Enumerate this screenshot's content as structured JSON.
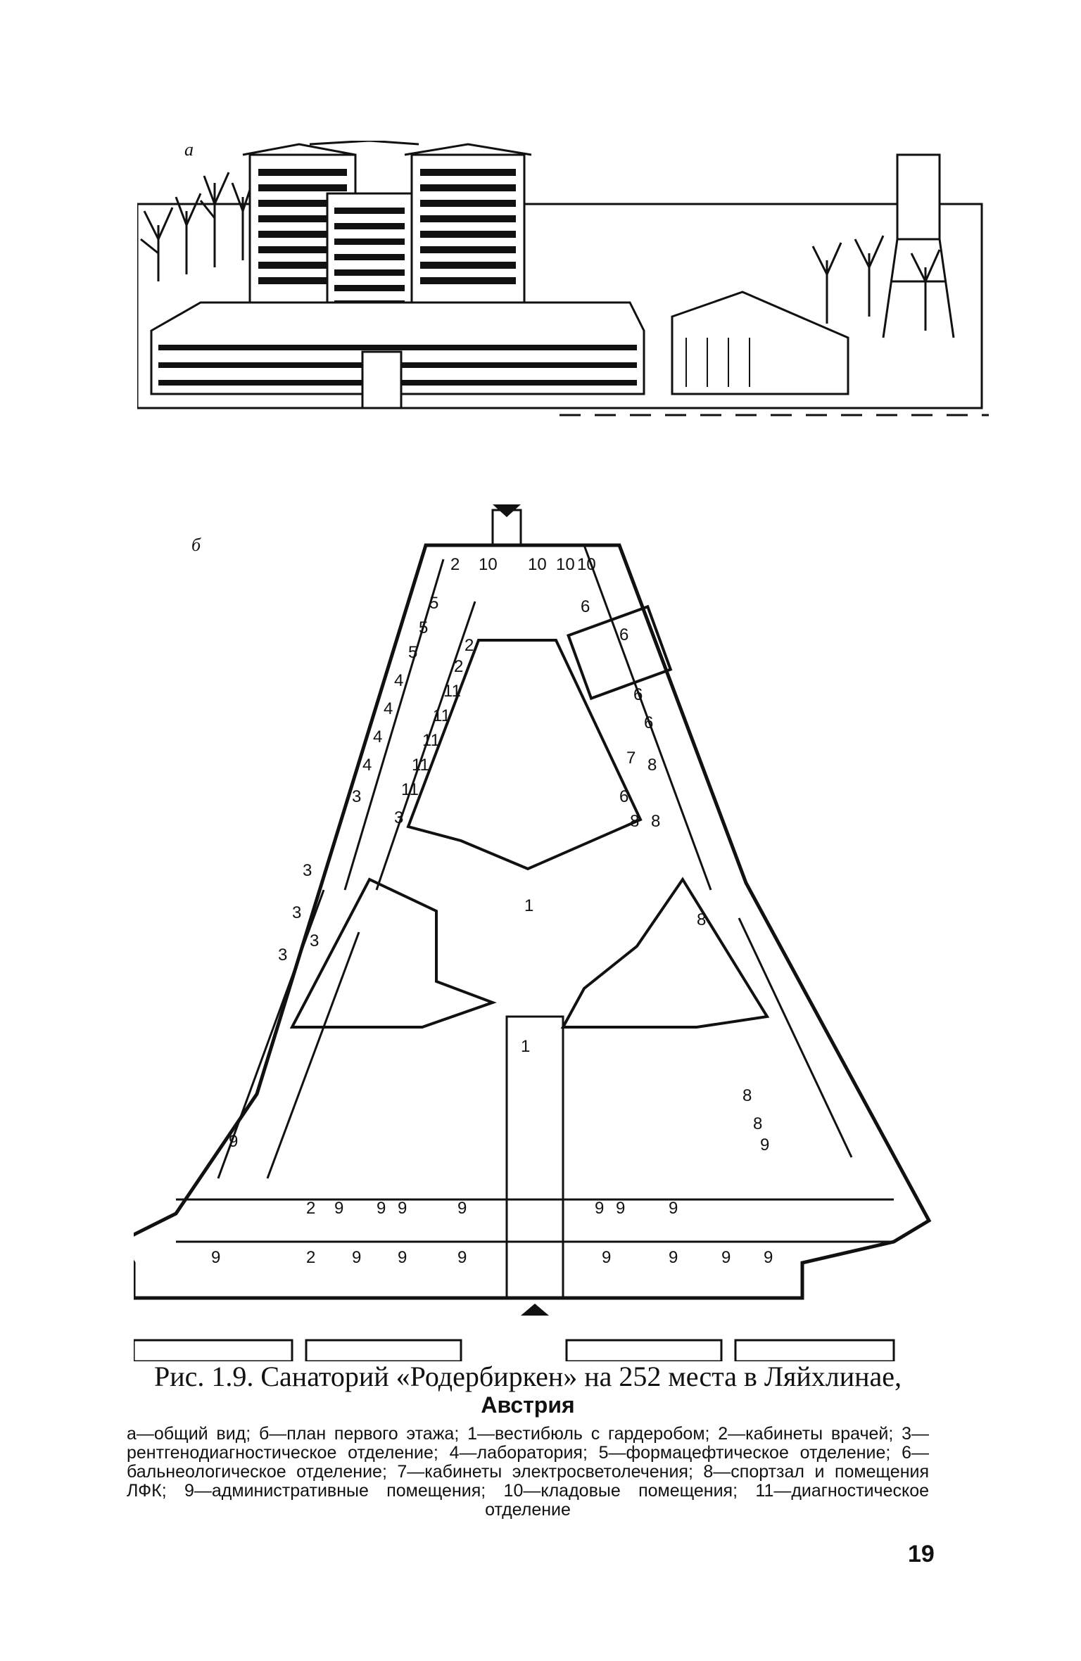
{
  "figure": {
    "label_a": "а",
    "label_b": "б",
    "plan_room_numbers": [
      "1",
      "2",
      "3",
      "4",
      "5",
      "6",
      "7",
      "8",
      "9",
      "10",
      "11"
    ]
  },
  "caption": {
    "title_line1": "Рис. 1.9. Санаторий «Родербиркен» на 252 места в Ляйхлинае,",
    "title_line2": "Австрия",
    "legend": "а—общий вид; б—план первого этажа; 1—вестибюль с гардеробом; 2—кабинеты врачей; 3—рентгенодиагностическое отделение; 4—лаборатория; 5—формацефтическое отделение; 6—бальнеологическое отделение; 7—кабинеты электросветолечения; 8—спортзал и помещения ЛФК; 9—административные помещения; 10—кладовые помещения; 11—диагностическое отделение"
  },
  "page_number": "19"
}
